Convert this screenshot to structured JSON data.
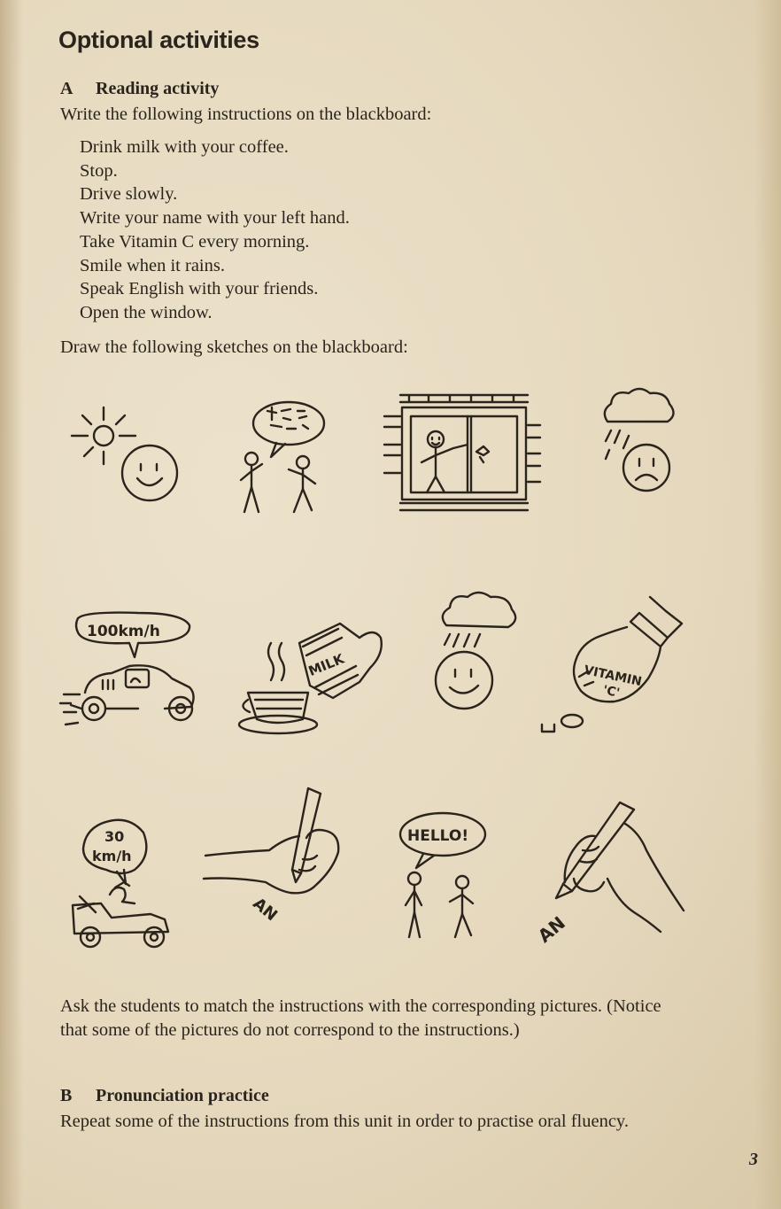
{
  "heading": "Optional activities",
  "section_a": {
    "letter": "A",
    "title": "Reading activity",
    "intro": "Write the following instructions on the blackboard:",
    "instructions": [
      "Drink milk with your coffee.",
      "Stop.",
      "Drive slowly.",
      "Write your name with your left hand.",
      "Take Vitamin C every morning.",
      "Smile when it rains.",
      "Speak English with your friends.",
      "Open the window."
    ],
    "sketch_intro": "Draw the following sketches on the blackboard:",
    "sketch_labels": {
      "speed_100": "100km/h",
      "milk": "MILK",
      "vitamin_line1": "VITAMIN",
      "vitamin_line2": "'C'",
      "speed_30_line1": "30",
      "speed_30_line2": "km/h",
      "hello": "HELLO!",
      "writing_right": "AN",
      "writing_left": "AN"
    },
    "closing": "Ask the students to match the instructions with the corresponding pictures. (Notice that some of the pictures do not correspond to the instructions.)"
  },
  "section_b": {
    "letter": "B",
    "title": "Pronunciation practice",
    "text": "Repeat some of the instructions from this unit in order to practise oral fluency."
  },
  "page_number": "3",
  "colors": {
    "paper": "#e7dcc3",
    "ink": "#2b241c"
  }
}
